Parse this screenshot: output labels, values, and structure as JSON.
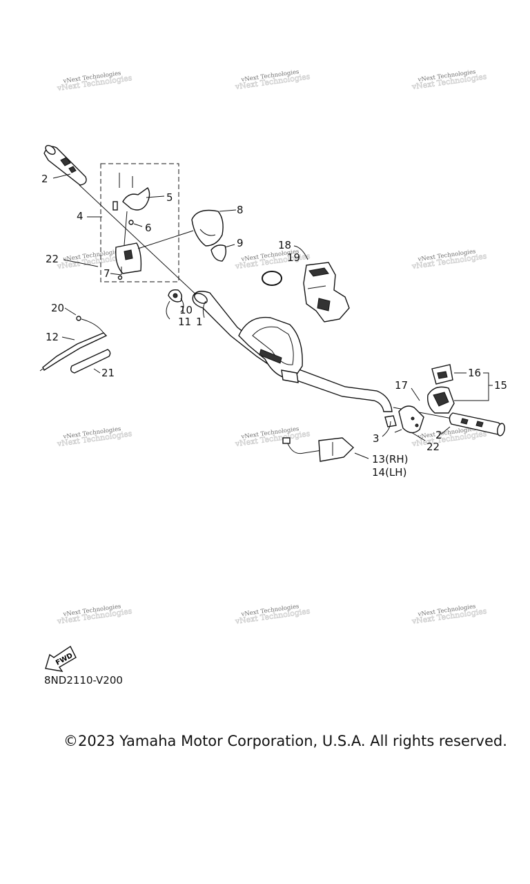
{
  "watermark": "vNext Technologies",
  "callouts": {
    "c1": "1",
    "c2a": "2",
    "c2b": "2",
    "c3": "3",
    "c4": "4",
    "c5": "5",
    "c6": "6",
    "c7": "7",
    "c8": "8",
    "c9": "9",
    "c10": "10",
    "c11": "11",
    "c12": "12",
    "c13": "13(RH)",
    "c14": "14(LH)",
    "c15": "15",
    "c16": "16",
    "c17": "17",
    "c18": "18",
    "c19": "19",
    "c20": "20",
    "c21": "21",
    "c22a": "22",
    "c22b": "22"
  },
  "fwd_label": "FWD",
  "diagram_code": "8ND2110-V200",
  "copyright": "©2023 Yamaha Motor Corporation, U.S.A. All rights reserved."
}
